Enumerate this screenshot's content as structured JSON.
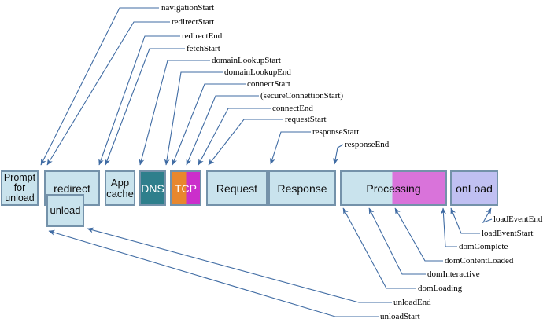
{
  "boxes": {
    "prompt": "Prompt for unload",
    "redirect": "redirect",
    "unload": "unload",
    "appcache": "App cache",
    "dns": "DNS",
    "tcp": "TCP",
    "request": "Request",
    "response": "Response",
    "processing": "Processing",
    "onload": "onLoad"
  },
  "events": {
    "navigationStart": "navigationStart",
    "redirectStart": "redirectStart",
    "redirectEnd": "redirectEnd",
    "fetchStart": "fetchStart",
    "domainLookupStart": "domainLookupStart",
    "domainLookupEnd": "domainLookupEnd",
    "connectStart": "connectStart",
    "secureConnectionStart": "(secureConnettionStart)",
    "connectEnd": "connectEnd",
    "requestStart": "requestStart",
    "responseStart": "responseStart",
    "responseEnd": "responseEnd",
    "loadEventEnd": "loadEventEnd",
    "loadEventStart": "loadEventStart",
    "domComplete": "domComplete",
    "domContentLoaded": "domContentLoaded",
    "domInteractive": "domInteractive",
    "domLoading": "domLoading",
    "unloadEnd": "unloadEnd",
    "unloadStart": "unloadStart"
  },
  "colors": {
    "box_fill": "#c9e3ed",
    "box_border": "#7492aa",
    "dns_fill": "#2e7f8c",
    "tcp_orange": "#e8872e",
    "tcp_magenta": "#cb2fcb",
    "processing_magenta": "#d973da",
    "onload_fill": "#c0c0f2",
    "line_color": "#3f6ba3"
  }
}
